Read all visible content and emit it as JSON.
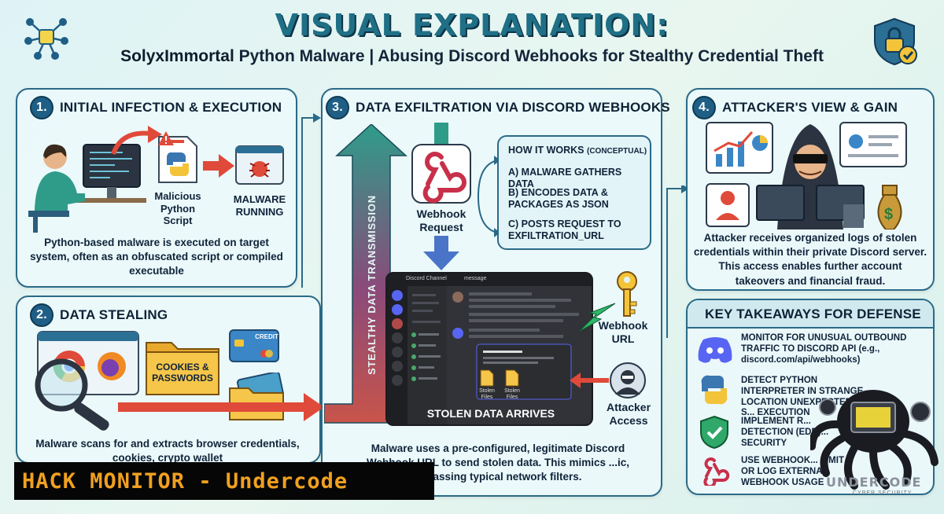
{
  "header": {
    "title": "VISUAL EXPLANATION:",
    "subtitle_brand": "SolyxImmortal",
    "subtitle_rest": "Python Malware | Abusing Discord Webhooks for Stealthy Credential Theft"
  },
  "panel1": {
    "number": "1.",
    "title": "INITIAL INFECTION & EXECUTION",
    "script_label": "Malicious Python Script",
    "running_label": "MALWARE RUNNING",
    "caption": "Python-based malware is executed on target system, often as an obfuscated script or compiled executable"
  },
  "panel2": {
    "number": "2.",
    "title": "DATA STEALING",
    "folder_label": "COOKIES & PASSWORDS",
    "card_label": "CREDIT",
    "caption": "Malware scans for and extracts browser credentials, cookies, crypto wallet"
  },
  "panel3": {
    "number": "3.",
    "title": "DATA EXFILTRATION VIA DISCORD WEBHOOKS",
    "stealth_label": "STEALTHY DATA TRANSMISSION",
    "webhook_label": "Webhook Request",
    "how_title": "HOW IT WORKS",
    "how_title_note": "(CONCEPTUAL)",
    "how_steps": [
      "A) MALWARE GATHERS DATA",
      "B) ENCODES DATA & PACKAGES AS JSON",
      "C) POSTS REQUEST TO EXFILTRATION_URL"
    ],
    "discord_channel": "Discord Channel",
    "discord_tab": "message",
    "file1": "Stolen Files",
    "file2": "Stolen Files",
    "arrives_label": "STOLEN DATA ARRIVES",
    "url_label": "Webhook URL",
    "attacker_label": "Attacker Access",
    "caption": "Malware uses a pre-configured, legitimate Discord Webhook URL to send stolen data. This mimics ...ic, bypassing typical network filters."
  },
  "panel4": {
    "number": "4.",
    "title": "ATTACKER'S VIEW & GAIN",
    "caption": "Attacker receives organized logs of stolen credentials within their private Discord server. This access enables further account takeovers and financial fraud."
  },
  "panel5": {
    "title": "KEY TAKEAWAYS FOR DEFENSE",
    "items": [
      "MONITOR FOR UNUSUAL OUTBOUND TRAFFIC TO DISCORD API (e.g., discord.com/api/webhooks)",
      "DETECT PYTHON INTERPRETER IN STRANGE LOCATION UNEXPECTED S... EXECUTION",
      "IMPLEMENT R... DETECTION (EDR)... SECURITY",
      "USE WEBHOOK... LIMIT OR LOG EXTERNAL WEBHOOK USAGE"
    ]
  },
  "banner": {
    "text": "HACK MONITOR - Undercode"
  },
  "watermark": {
    "brand": "UNDERCODE",
    "sub": "CYBER SECURITY"
  },
  "colors": {
    "accent": "#1f5f86",
    "arrow_red": "#e04a3a",
    "arrow_teal": "#2f9c8a",
    "discord_blue": "#5865f2",
    "banner_text": "#f0a020"
  }
}
